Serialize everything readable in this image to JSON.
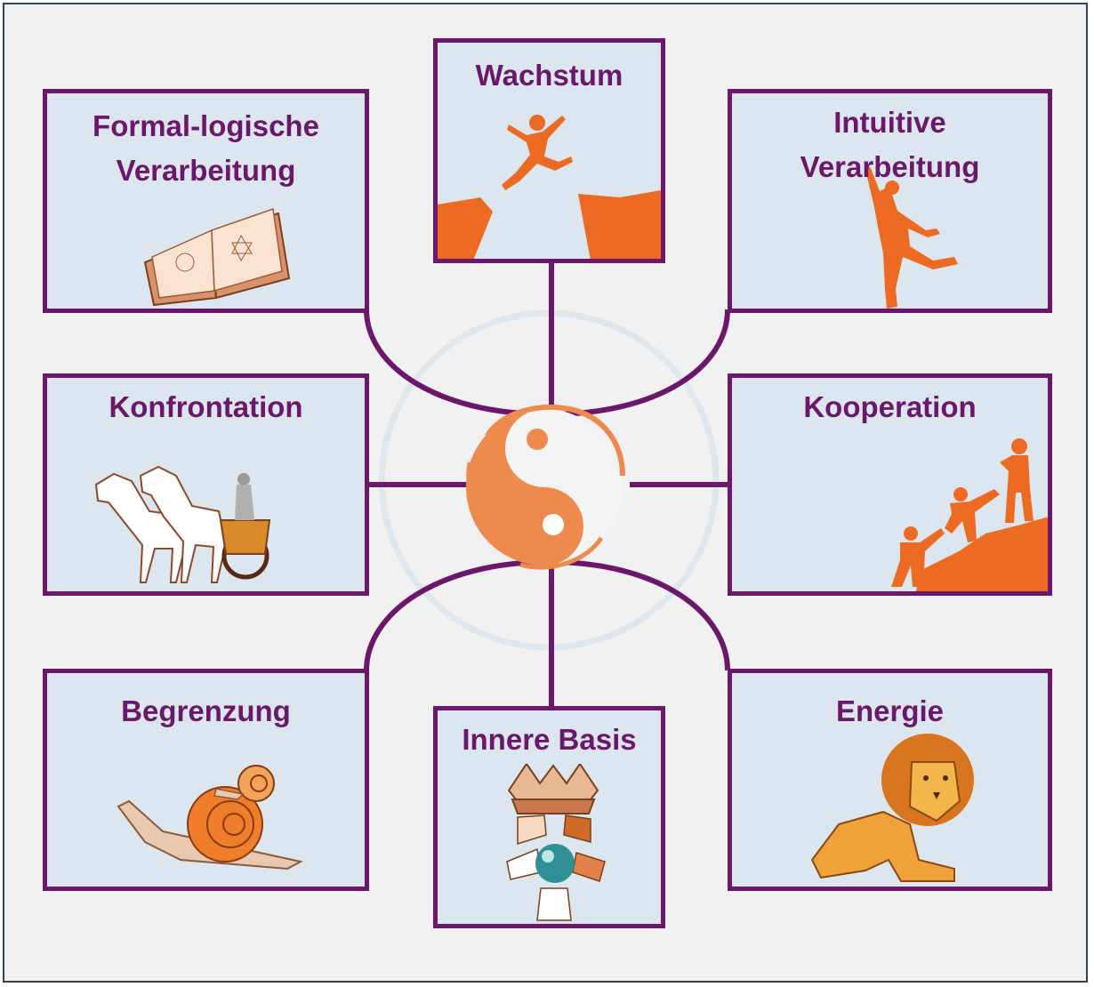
{
  "colors": {
    "frame_border": "#2e4457",
    "background": "#f1f1f1",
    "card_border": "#6b176b",
    "card_fill": "#dce6ee",
    "title_text": "#6b176b",
    "illustration": "#ec6a22"
  },
  "center": {
    "icon": "yin-yang-icon"
  },
  "boxes": [
    {
      "id": "formal",
      "title": "Formal-logische Verarbeitung",
      "icon": "open-book-icon"
    },
    {
      "id": "growth",
      "title": "Wachstum",
      "icon": "jumping-person-icon"
    },
    {
      "id": "intuitive",
      "title": "Intuitive Verarbeitung",
      "icon": "dancing-woman-icon"
    },
    {
      "id": "confrontation",
      "title": "Konfrontation",
      "icon": "chariot-icon"
    },
    {
      "id": "cooperation",
      "title": "Kooperation",
      "icon": "climbers-icon"
    },
    {
      "id": "limitation",
      "title": "Begrenzung",
      "icon": "snail-icon"
    },
    {
      "id": "inner",
      "title": "Innere Basis",
      "icon": "crown-hands-icon"
    },
    {
      "id": "energy",
      "title": "Energie",
      "icon": "lion-icon"
    }
  ]
}
